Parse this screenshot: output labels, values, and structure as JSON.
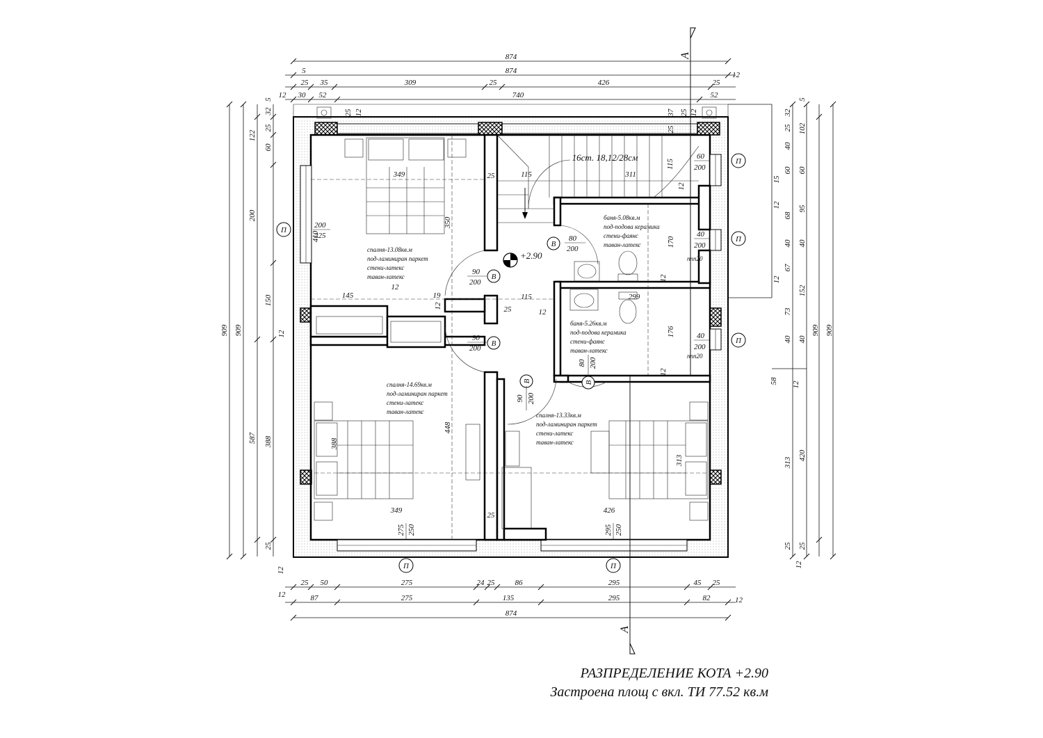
{
  "title": {
    "line1": "РАЗПРЕДЕЛЕНИЕ КОТА   +2.90",
    "line2": "Застроена площ  с вкл. ТИ 77.52 кв.м"
  },
  "level_mark": "+2.90",
  "section_mark": "А",
  "stair_label": "16ст. 18,12/28см",
  "rooms": [
    {
      "name": "спалня-13.08кв.м",
      "floor": "под-ламиниран паркет",
      "walls": "стени-латекс",
      "ceiling": "таван-латекс"
    },
    {
      "name": "спалня-14.69кв.м",
      "floor": "под-ламиниран паркет",
      "walls": "стени-латекс",
      "ceiling": "таван-латекс"
    },
    {
      "name": "спалня-13.33кв.м",
      "floor": "под-ламиниран паркет",
      "walls": "стени-латекс",
      "ceiling": "таван-латекс"
    },
    {
      "name": "баня-5.08кв.м",
      "floor": "под-подова керамика",
      "walls": "стени-фаянс",
      "ceiling": "таван-латекс"
    },
    {
      "name": "баня-5.26кв.м",
      "floor": "под-подова керамика",
      "walls": "стени-фаянс",
      "ceiling": "таван-латекс"
    }
  ],
  "openings": {
    "window_tag": "П",
    "door_tag": "В",
    "win_left_w": "200",
    "win_left_h": "225",
    "win_r1_w": "60",
    "win_r1_h": "200",
    "win_r2_w": "40",
    "win_r2_h": "200",
    "win_r3_w": "40",
    "win_r3_h": "200",
    "win_b1_w": "275",
    "win_b1_h": "250",
    "win_b2_w": "295",
    "win_b2_h": "250",
    "door1_w": "80",
    "door1_h": "200",
    "door2_w": "90",
    "door2_h": "200",
    "door3_w": "90",
    "door3_h": "200",
    "door4_w": "90",
    "door4_h": "200",
    "door5_w": "80",
    "door5_h": "200",
    "sill": "ппп20"
  },
  "dims_top": {
    "total1": "874",
    "total2": "874",
    "left12": "12",
    "right12": "12",
    "row3": [
      "25",
      "35",
      "309",
      "25",
      "426",
      "25"
    ],
    "row3_left": "5",
    "row4": [
      "30",
      "52",
      "740",
      "52"
    ],
    "row4_left": "12"
  },
  "dims_bottom": {
    "row1": [
      "25",
      "50",
      "275",
      "24",
      "25",
      "86",
      "295",
      "45",
      "25"
    ],
    "row2": [
      "87",
      "275",
      "135",
      "295",
      "82"
    ],
    "total": "874",
    "left12": "12",
    "right12": "12",
    "top12": "12"
  },
  "dims_left": {
    "outer": "909",
    "second": "909",
    "segments": [
      "5",
      "32",
      "25",
      "122",
      "60",
      "200",
      "150",
      "12",
      "587",
      "388",
      "25",
      "12"
    ]
  },
  "dims_right": {
    "outer": "909",
    "second": "909",
    "segments": [
      "5",
      "32",
      "25",
      "102",
      "40",
      "60",
      "15",
      "12",
      "95",
      "68",
      "40",
      "67",
      "152",
      "12",
      "73",
      "40",
      "58",
      "12",
      "420",
      "313",
      "25",
      "12"
    ]
  },
  "interior_dims": {
    "bed1_w": "349",
    "bed1_h": "410",
    "bed1_h2": "350",
    "closet_w": "145",
    "closet_12": "12",
    "closet_19": "19",
    "closet_12b": "12",
    "hall_115": "115",
    "hall_25": "25",
    "hall_25b": "25",
    "hall_12": "12",
    "stair_115": "115",
    "stair_311": "311",
    "stair_25": "25",
    "stair_115b": "115",
    "stair_12": "12",
    "bath1_170": "170",
    "bath1_12": "12",
    "bath2_299": "299",
    "bath2_176": "176",
    "bath2_12": "12",
    "bed2_w": "349",
    "bed2_h": "448",
    "bed2_388": "388",
    "bed3_w": "426",
    "bed3_313": "313",
    "wall_25_bot": "25",
    "top_37": "37",
    "top_25": "25",
    "top_12": "12",
    "top_25b": "25",
    "top_12b": "12",
    "top_25c": "25"
  }
}
